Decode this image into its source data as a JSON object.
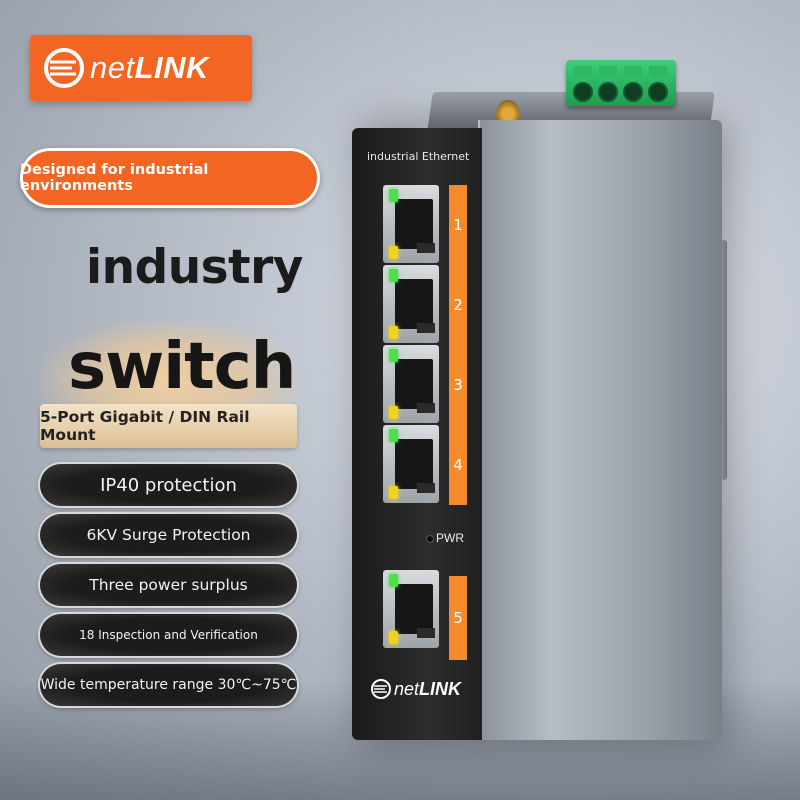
{
  "brand": {
    "logo_prefix": "net",
    "logo_suffix": "LINK",
    "accent_color": "#f26522"
  },
  "tagline": "Designed for industrial environments",
  "headline_1": "industry",
  "headline_2": "switch",
  "spec": "5-Port Gigabit / DIN Rail Mount",
  "features": [
    "IP40 protection",
    "6KV Surge Protection",
    "Three power surplus",
    "18 Inspection and Verification",
    "Wide temperature range 30℃~75℃"
  ],
  "device": {
    "front_label": "industrial Ethernet",
    "port_numbers": [
      "1",
      "2",
      "3",
      "4",
      "5"
    ],
    "power_label": "PWR",
    "logo_prefix": "net",
    "logo_suffix": "LINK"
  }
}
